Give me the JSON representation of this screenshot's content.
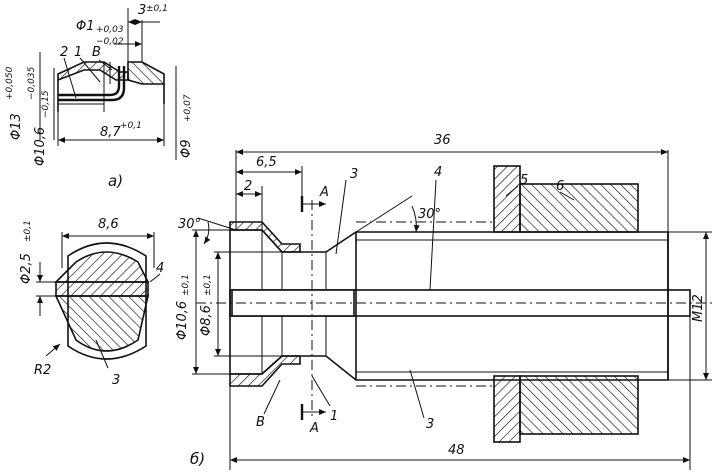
{
  "view_a": {
    "caption": "a)",
    "dims": {
      "d13": "Φ13",
      "d13_tol_hi": "+0,050",
      "d13_tol_lo": "−0,035",
      "d10_6": "Φ10,6",
      "d10_6_tol": "−0,15",
      "d1": "Φ1",
      "d1_tol_hi": "+0,03",
      "d1_tol_lo": "−0,02",
      "len3": "3",
      "len3_tol": "±0,1",
      "len8_7": "8,7",
      "len8_7_tol": "+0,1",
      "d9": "Φ9",
      "d9_tol": "+0,07"
    },
    "labels": {
      "p1": "1",
      "p2": "2",
      "pB": "B"
    }
  },
  "section_AA": {
    "dims": {
      "width": "8,6",
      "d2_5": "Φ2,5",
      "d2_5_tol": "±0,1",
      "r2": "R2"
    },
    "labels": {
      "p3": "3",
      "p4": "4"
    }
  },
  "view_b": {
    "caption": "б)",
    "dims": {
      "len36": "36",
      "len6_5": "6,5",
      "len2": "2",
      "len48": "48",
      "angle_left": "30°",
      "angle_right": "30°",
      "d10_6": "Φ10,6",
      "d10_6_tol": "±0,1",
      "d8_6": "Φ8,6",
      "d8_6_tol": "±0,1",
      "thread": "M12"
    },
    "labels": {
      "p1": "1",
      "p3a": "3",
      "p3b": "3",
      "p4": "4",
      "p5": "5",
      "p6": "6",
      "pB": "B",
      "sectA_top": "A",
      "sectA_bot": "A"
    }
  }
}
